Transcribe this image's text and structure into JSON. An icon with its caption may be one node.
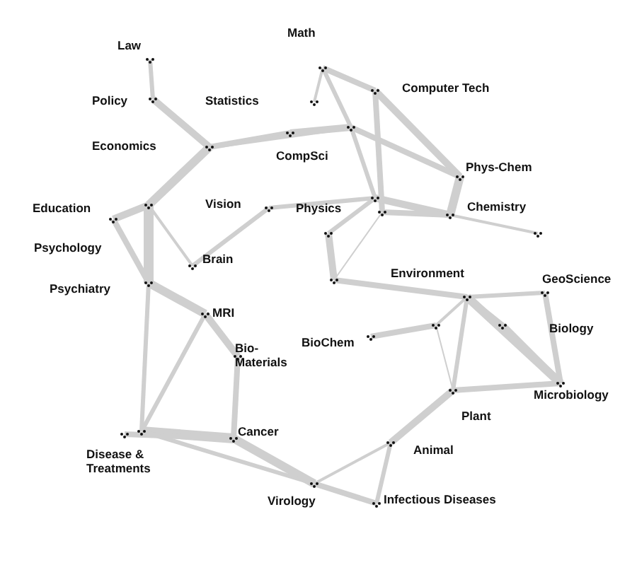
{
  "diagram": {
    "labels": [
      "Math",
      "Law",
      "Computer Tech",
      "Policy",
      "Statistics",
      "Economics",
      "CompSci",
      "Phys-Chem",
      "Education",
      "Vision",
      "Physics",
      "Chemistry",
      "Psychology",
      "Brain",
      "Environment",
      "GeoScience",
      "Psychiatry",
      "MRI",
      "Biology",
      "BioChem",
      "Bio-Materials",
      "Microbiology",
      "Plant",
      "Cancer",
      "Animal",
      "Disease & Treatments",
      "Virology",
      "Infectious Diseases"
    ]
  }
}
